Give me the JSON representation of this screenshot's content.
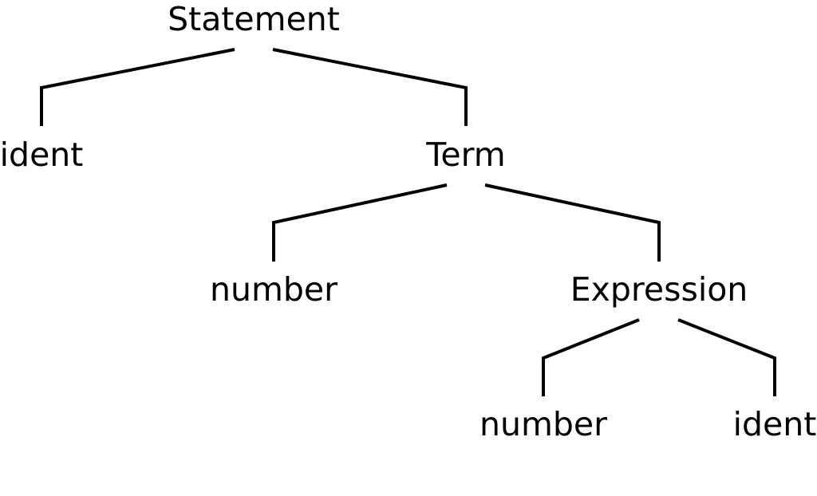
{
  "tree": {
    "root": {
      "label": "Statement",
      "children": [
        {
          "label": "ident"
        },
        {
          "label": "Term",
          "children": [
            {
              "label": "number"
            },
            {
              "label": "Expression",
              "children": [
                {
                  "label": "number"
                },
                {
                  "label": "ident"
                }
              ]
            }
          ]
        }
      ]
    }
  }
}
